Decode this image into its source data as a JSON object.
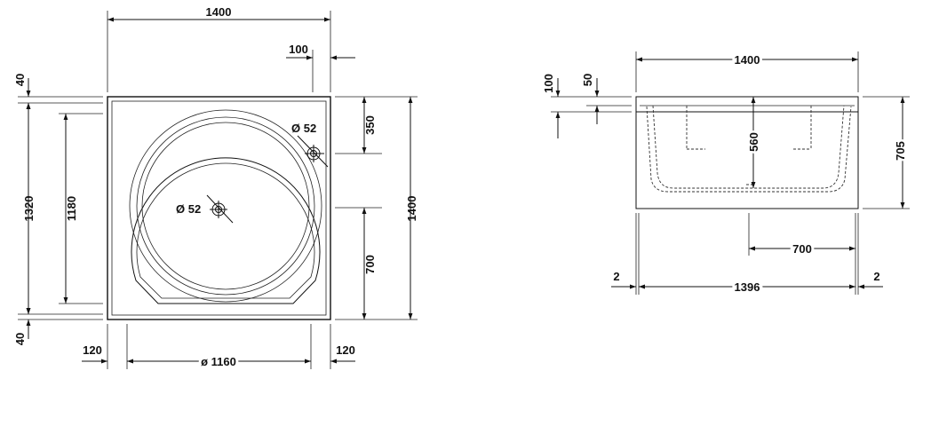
{
  "top_view": {
    "overall_width": "1400",
    "overall_height": "1400",
    "side_offset_top": "100",
    "rim_top": "40",
    "rim_bottom": "40",
    "inner_height": "1320",
    "bowl_height": "1180",
    "tap_from_top": "350",
    "drain_from_bottom": "700",
    "tap_hole": "Ø 52",
    "drain_hole": "Ø 52",
    "left_margin": "120",
    "right_margin": "120",
    "bowl_diameter": "ø 1160"
  },
  "side_view": {
    "overall_width": "1400",
    "rim_height": "100",
    "rim_thickness": "50",
    "bowl_depth": "560",
    "total_height": "705",
    "drain_from_edge": "700",
    "left_gap": "2",
    "inner_width": "1396",
    "right_gap": "2"
  }
}
